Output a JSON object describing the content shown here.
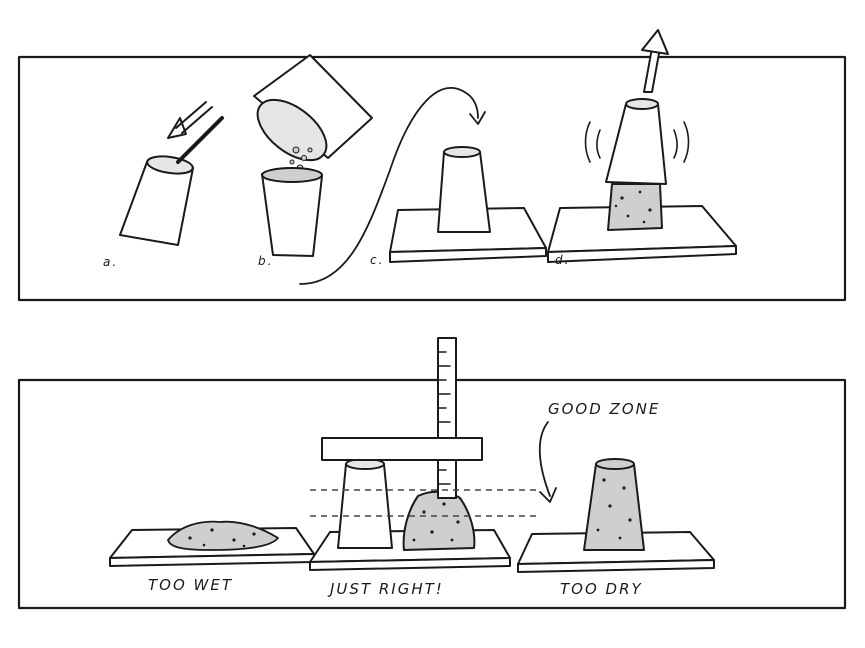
{
  "top_panel": {
    "steps": [
      {
        "label": "a."
      },
      {
        "label": "b."
      },
      {
        "label": "c."
      },
      {
        "label": "d."
      }
    ]
  },
  "bottom_panel": {
    "annotation": "GOOD ZONE",
    "labels": {
      "too_wet": "TOO WET",
      "just_right": "JUST RIGHT!",
      "too_dry": "TOO DRY"
    }
  },
  "icons": [
    "pen-icon",
    "arrow-icon",
    "cup-icon",
    "bucket-icon",
    "ruler-icon"
  ]
}
